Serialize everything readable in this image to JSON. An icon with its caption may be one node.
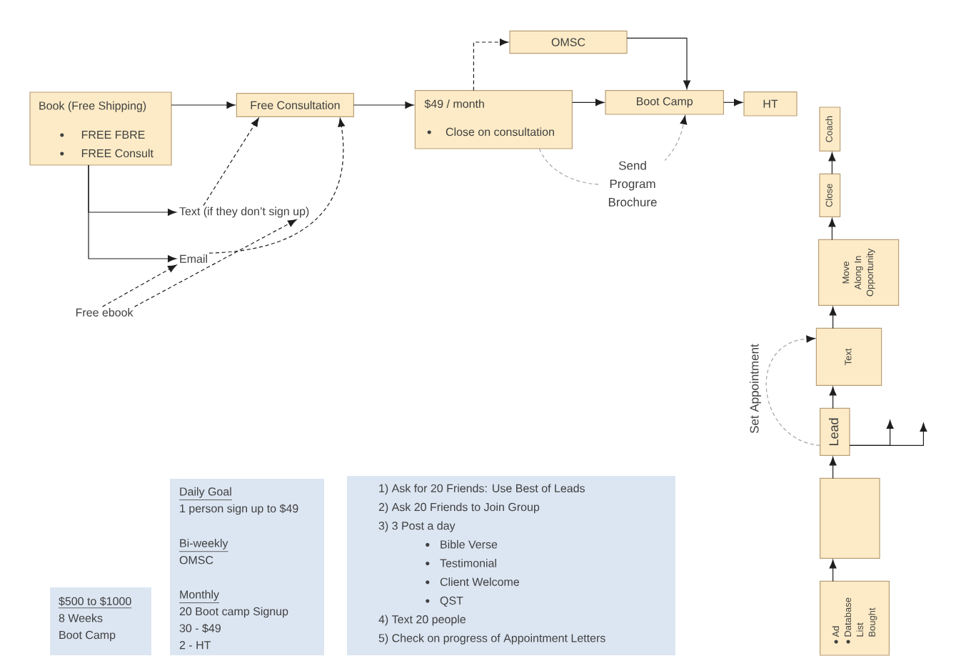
{
  "diagram": {
    "nodes": [
      {
        "text": [
          "Book (Free Shipping)",
          "FREE FBRE",
          "FREE Consult"
        ]
      },
      {
        "text": [
          "Free Consultation"
        ]
      },
      {
        "text": [
          "$49 / month",
          "Close on consultation"
        ]
      },
      {
        "text": [
          "OMSC"
        ]
      },
      {
        "text": [
          "Boot Camp"
        ]
      },
      {
        "text": [
          "HT"
        ]
      },
      {
        "text": [
          "Text (if they don’t sign up)"
        ]
      },
      {
        "text": [
          "Email"
        ]
      },
      {
        "text": [
          "Free ebook"
        ]
      },
      {
        "text": [
          "Coach"
        ]
      },
      {
        "text": [
          "Close"
        ]
      },
      {
        "text": [
          "Move Along In Opportunity"
        ]
      },
      {
        "text": [
          "Text"
        ]
      },
      {
        "text": [
          "Lead"
        ]
      },
      {
        "text": [],
        "shape": "box"
      },
      {
        "text": [
          "Ad",
          "Database List Bought"
        ]
      },
      {
        "text": [
          "$500 to $1000",
          "8 Weeks",
          "Boot Camp"
        ]
      },
      {
        "text": [
          "Daily Goal",
          "1 person sign up to $49",
          "Bi-weekly",
          "OMSC",
          "Monthly",
          "20 Boot camp Signup",
          "30 - $49",
          "2 - HT"
        ]
      },
      {
        "text": [
          "1) Ask for 20 Friends: Use Best of Leads",
          "2) Ask 20 Friends to Join Group",
          "3) 3 Post a day",
          "Bible Verse",
          "Testimonial",
          "Client Welcome",
          "QST",
          "4) Text 20 people",
          "5) Check on progress of Appointment Letters"
        ]
      }
    ],
    "edges": [
      {
        "from": 0,
        "to": 1,
        "arrow": "to"
      },
      {
        "from": 1,
        "to": 2,
        "arrow": "to"
      },
      {
        "from": 2,
        "to": 3,
        "arrow": "to",
        "style": "dashed"
      },
      {
        "from": 2,
        "to": 4,
        "arrow": "to"
      },
      {
        "from": 3,
        "to": 4,
        "arrow": "to"
      },
      {
        "from": 4,
        "to": 5,
        "arrow": "to"
      },
      {
        "from": 0,
        "to": 6,
        "arrow": "to"
      },
      {
        "from": 0,
        "to": 7,
        "arrow": "to"
      },
      {
        "from": 6,
        "to": 1,
        "arrow": "to",
        "style": "dashed"
      },
      {
        "from": 7,
        "to": 1,
        "arrow": "to",
        "style": "dashed"
      },
      {
        "from": 8,
        "to": 7,
        "arrow": "to",
        "style": "dashed"
      },
      {
        "from": 8,
        "to": 6,
        "arrow": "to",
        "style": "dashed"
      },
      {
        "from": 2,
        "to": 4,
        "arrow": "to",
        "label": "Send Program Brochure",
        "style": "dashed",
        "color": "#a6a6a6"
      },
      {
        "from": 13,
        "to": 12,
        "arrow": "to",
        "label": "Set Appointment",
        "style": "dashed",
        "color": "#a6a6a6"
      },
      {
        "from": 15,
        "to": 14,
        "arrow": "to"
      },
      {
        "from": 14,
        "to": 13,
        "arrow": "to"
      },
      {
        "from": 13,
        "to": 12,
        "arrow": "to"
      },
      {
        "from": 12,
        "to": 11,
        "arrow": "to"
      },
      {
        "from": 11,
        "to": 10,
        "arrow": "to"
      },
      {
        "from": 10,
        "to": 9,
        "arrow": "to"
      },
      {
        "from": 13,
        "to": null,
        "arrow": "to"
      },
      {
        "from": 13,
        "to": null,
        "arrow": "to"
      }
    ]
  }
}
